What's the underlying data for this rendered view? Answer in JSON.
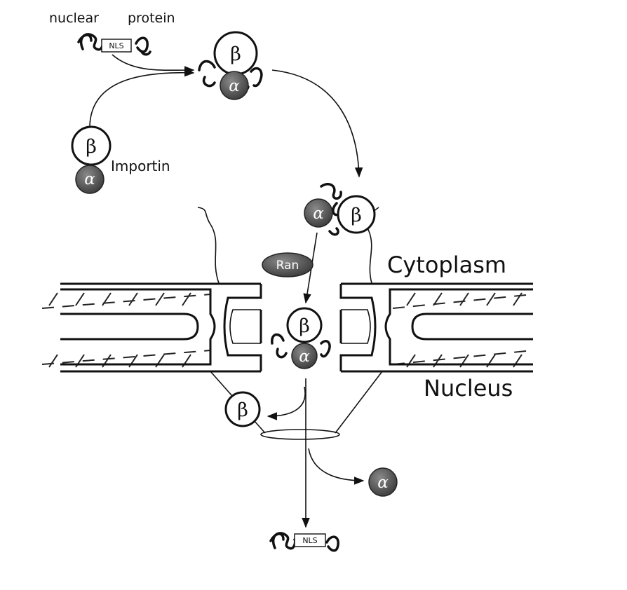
{
  "labels": {
    "nuclear": "nuclear",
    "protein": "protein",
    "importin": "Importin",
    "cytoplasm": "Cytoplasm",
    "nucleus": "Nucleus",
    "nls": "NLS",
    "ran": "Ran",
    "beta": "β",
    "alpha": "α"
  },
  "colors": {
    "alpha_subunit": "#4a4a4a",
    "ran": "#555555",
    "membrane_line": "#111111",
    "background": "#ffffff"
  }
}
